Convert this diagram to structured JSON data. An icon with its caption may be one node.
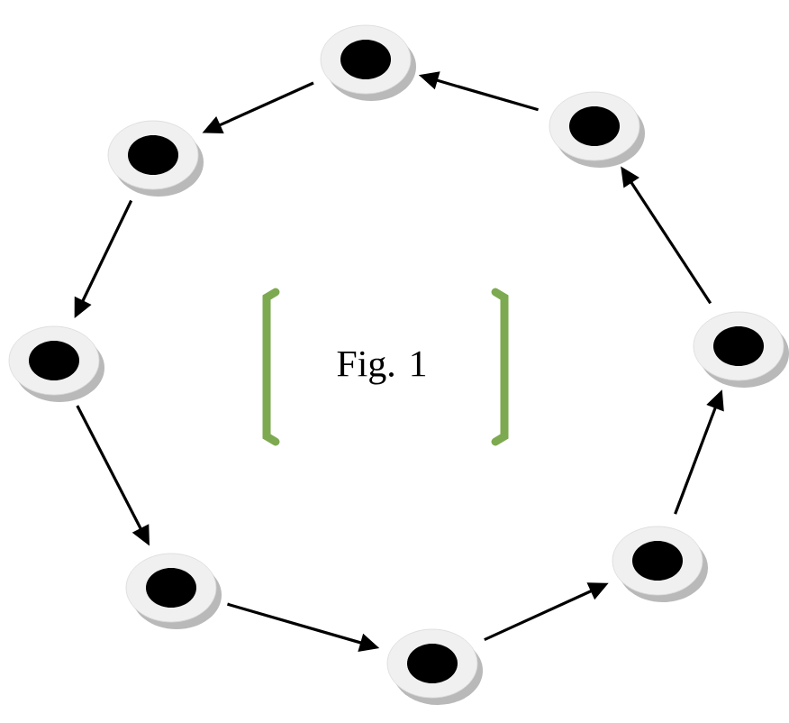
{
  "diagram": {
    "nodes": [
      {
        "text": [],
        "shape": "circle"
      },
      {
        "text": [],
        "shape": "circle"
      },
      {
        "text": [],
        "shape": "circle"
      },
      {
        "text": [],
        "shape": "circle"
      },
      {
        "text": [],
        "shape": "circle"
      },
      {
        "text": [],
        "shape": "circle"
      },
      {
        "text": [],
        "shape": "circle"
      },
      {
        "text": [],
        "shape": "circle"
      }
    ],
    "edges": [
      {
        "from": 7,
        "to": 0,
        "arrow": "to"
      },
      {
        "from": 0,
        "to": 1,
        "arrow": "to"
      },
      {
        "from": 1,
        "to": 2,
        "arrow": "to"
      },
      {
        "from": 2,
        "to": 3,
        "arrow": "to"
      },
      {
        "from": 3,
        "to": 4,
        "arrow": "to"
      },
      {
        "from": 4,
        "to": 5,
        "arrow": "to"
      },
      {
        "from": 5,
        "to": 6,
        "arrow": "to"
      },
      {
        "from": 6,
        "to": 7,
        "arrow": "to"
      }
    ],
    "labels": [
      "Fig. 1"
    ]
  }
}
